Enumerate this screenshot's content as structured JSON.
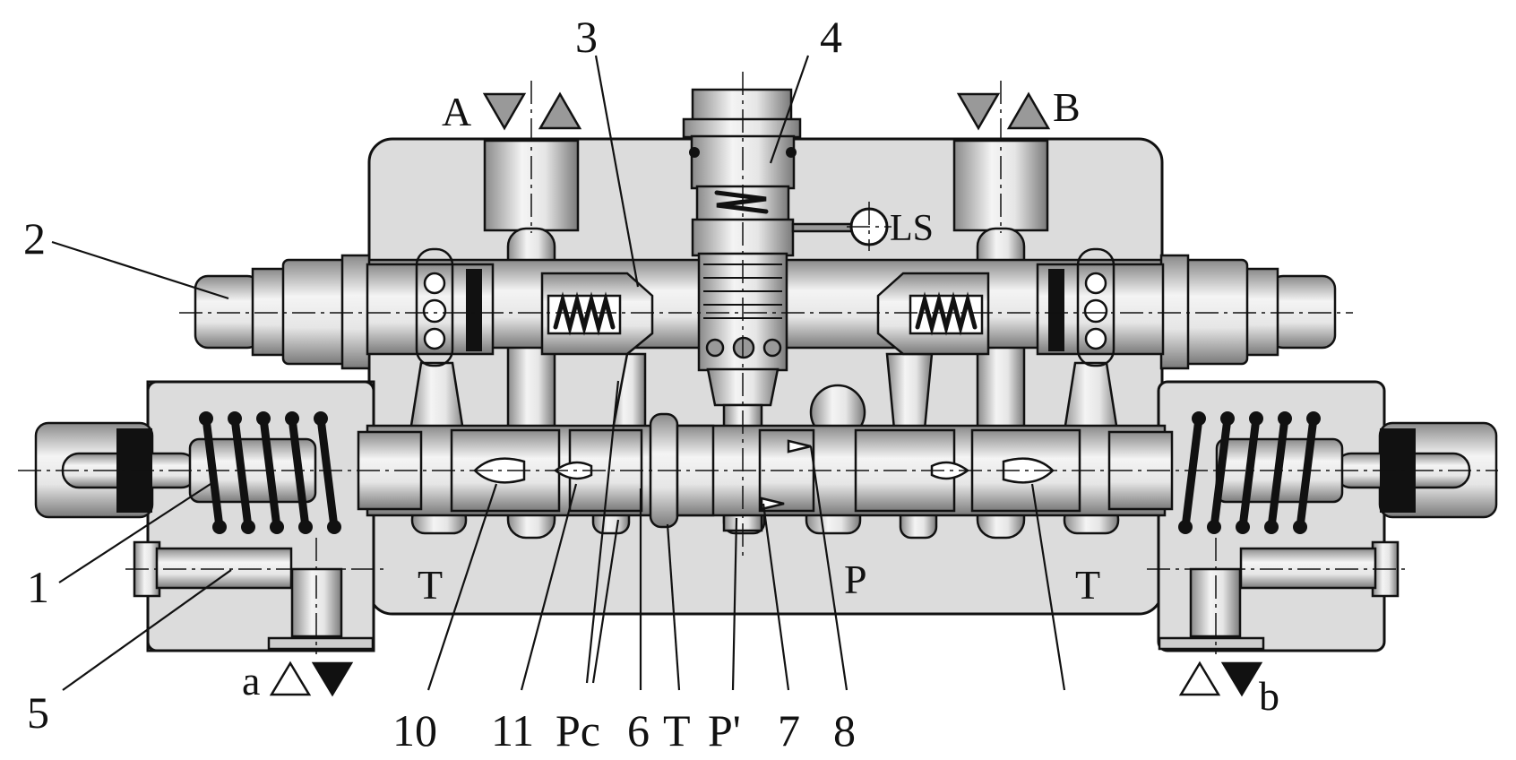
{
  "diagram": {
    "callouts": {
      "n1": "1",
      "n2": "2",
      "n3": "3",
      "n4": "4",
      "n5": "5",
      "n6": "6",
      "n7": "7",
      "n8": "8",
      "n10": "10",
      "n11": "11",
      "pc": "Pc",
      "t_bottom": "T",
      "p_prime": "P'"
    },
    "ports": {
      "A": "A",
      "B": "B",
      "LS": "LS",
      "T_left": "T",
      "T_right": "T",
      "P": "P",
      "a": "a",
      "b": "b"
    },
    "colors": {
      "body_fill": "#dcdcdc",
      "dark_fill": "#111111",
      "line": "#111111"
    }
  }
}
